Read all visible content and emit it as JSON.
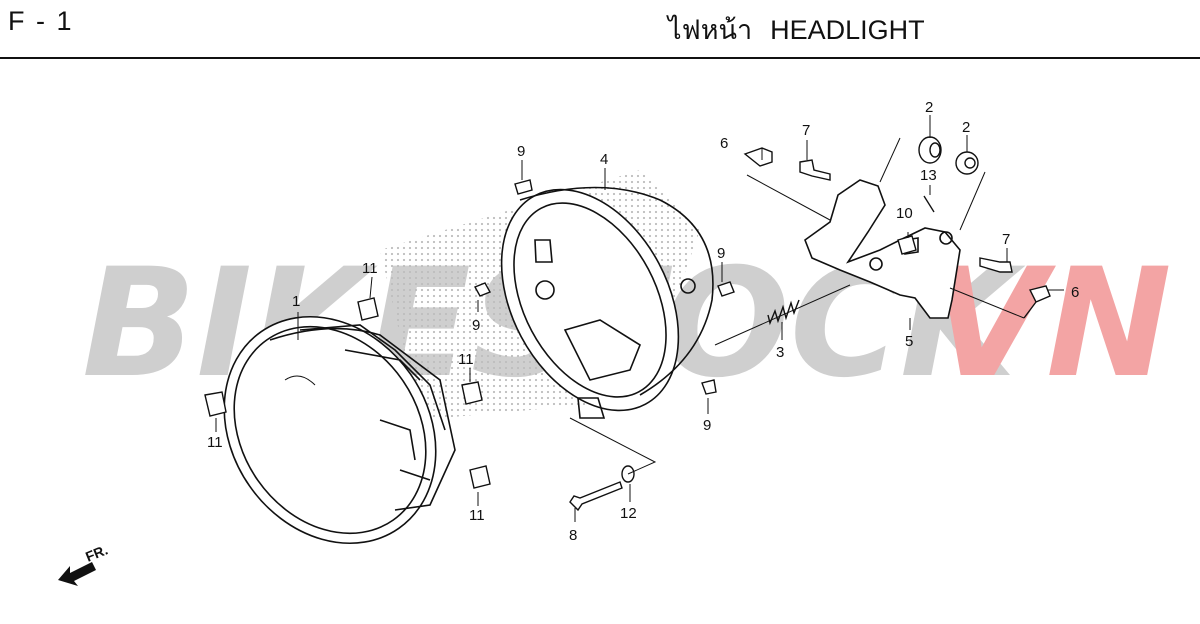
{
  "header": {
    "code": "F - 1",
    "title_thai": "ไฟหน้า",
    "title_en": "HEADLIGHT"
  },
  "watermark": {
    "part1": "BIKES",
    "part2": "TOCK",
    "part3": "VN",
    "color_gray": "#c8c8c8",
    "color_red": "#f2a0a0"
  },
  "direction_label": "FR.",
  "callouts": [
    "1",
    "2",
    "2",
    "3",
    "4",
    "5",
    "6",
    "6",
    "7",
    "7",
    "8",
    "9",
    "9",
    "9",
    "9",
    "10",
    "11",
    "11",
    "11",
    "11",
    "12",
    "13"
  ]
}
